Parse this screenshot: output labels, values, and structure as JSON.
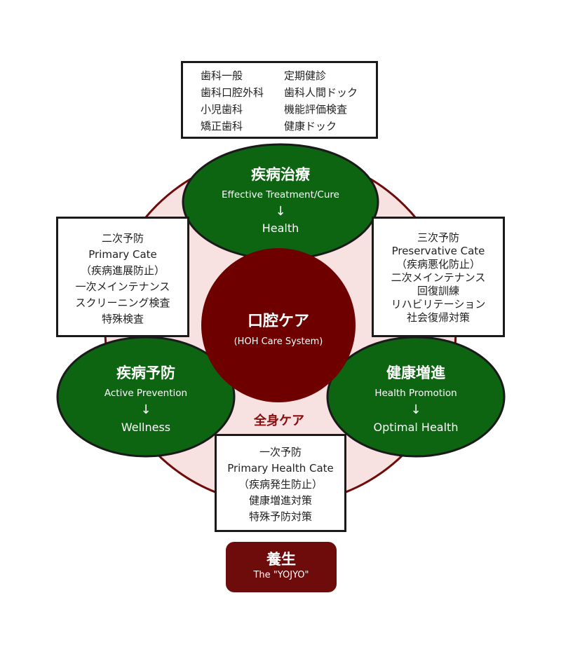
{
  "colors": {
    "outer_ring_fill": "#f7e1e1",
    "outer_ring_stroke": "#6e0b0b",
    "green": "#0d6512",
    "center": "#6e0000",
    "box_border": "#1a1a1a",
    "accent_text": "#8b0d0d"
  },
  "top_box": {
    "col1": [
      "歯科一般",
      "歯科口腔外科",
      "小児歯科",
      "矯正歯科"
    ],
    "col2": [
      "定期健診",
      "歯科人間ドック",
      "機能評価検査",
      "健康ドック"
    ]
  },
  "treatment": {
    "title": "疾病治療",
    "subtitle": "Effective Treatment/Cure",
    "arrow": "↓",
    "goal": "Health"
  },
  "prevention": {
    "title": "疾病予防",
    "subtitle": "Active Prevention",
    "arrow": "↓",
    "goal": "Wellness"
  },
  "promotion": {
    "title": "健康増進",
    "subtitle": "Health Promotion",
    "arrow": "↓",
    "goal": "Optimal Health"
  },
  "center": {
    "title": "口腔ケア",
    "subtitle": "(HOH Care System)"
  },
  "whole_body_label": "全身ケア",
  "left_box": {
    "lines": [
      "二次予防",
      "Primary Cate",
      "（疾病進展防止）",
      "一次メインテナンス",
      "スクリーニング検査",
      "特殊検査"
    ]
  },
  "right_box": {
    "lines": [
      "三次予防",
      "Preservative Cate",
      "（疾病悪化防止）",
      "二次メインテナンス",
      "回復訓練",
      "リハビリテーション",
      "社会復帰対策"
    ]
  },
  "bottom_box": {
    "lines": [
      "一次予防",
      "Primary Health Cate",
      "（疾病発生防止）",
      "健康増進対策",
      "特殊予防対策"
    ]
  },
  "yojyo": {
    "title": "養生",
    "subtitle": "The \"YOJYO\""
  }
}
